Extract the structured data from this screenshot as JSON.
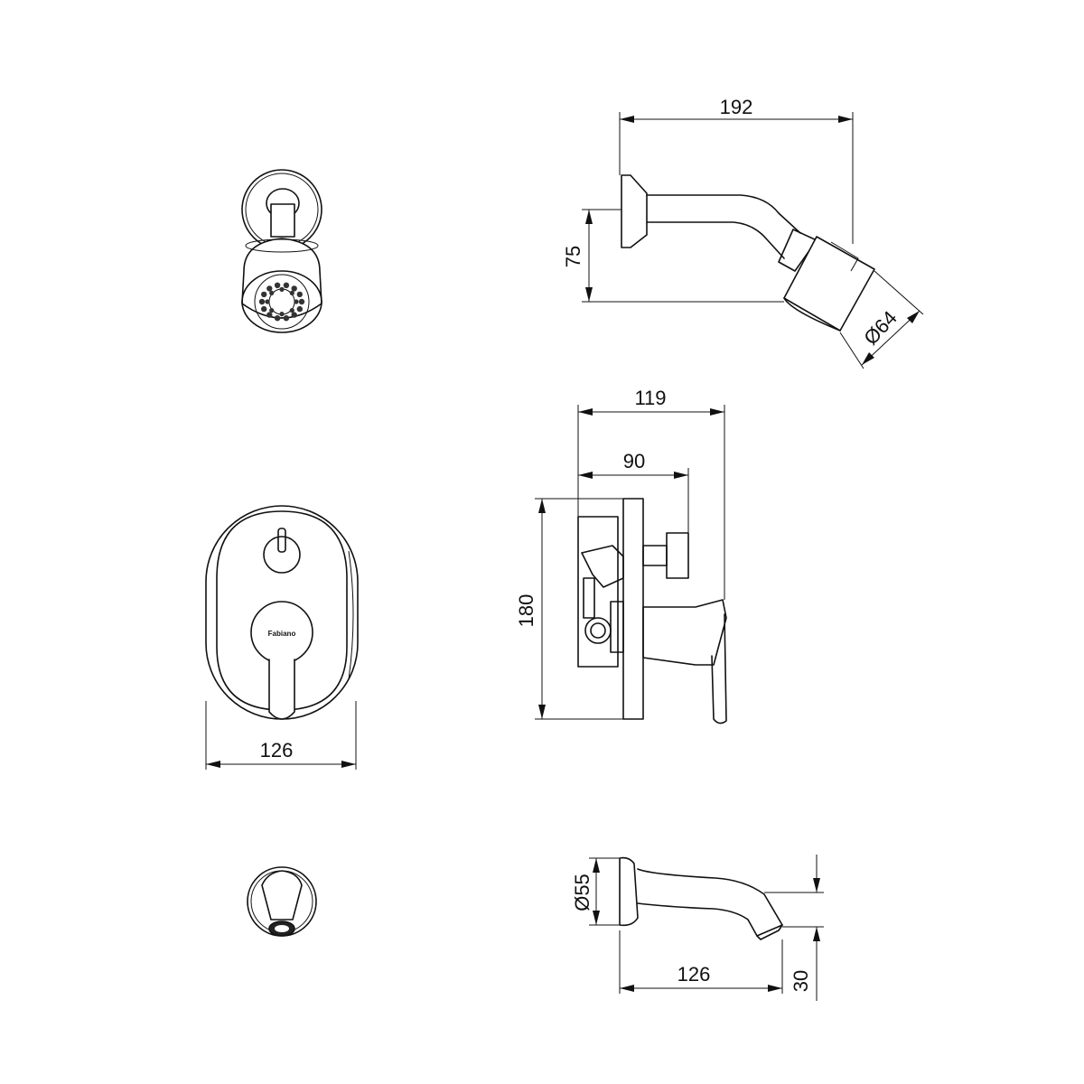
{
  "dimensions": {
    "shower_arm_length": "192",
    "shower_arm_height": "75",
    "shower_head_diameter": "Ø64",
    "valve_total_depth": "119",
    "valve_body_depth": "90",
    "valve_height": "180",
    "faceplate_width": "126",
    "spout_flange_diameter": "Ø55",
    "spout_length": "126",
    "spout_drop": "30"
  },
  "faceplate_logo": "Fabiano"
}
